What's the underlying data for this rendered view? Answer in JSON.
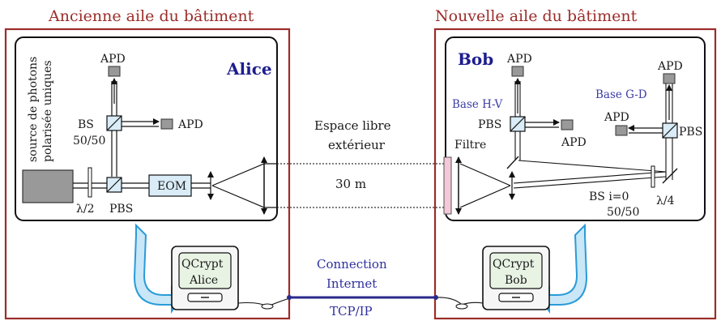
{
  "wings": {
    "old": "Ancienne aile du bâtiment",
    "new": "Nouvelle aile du bâtiment"
  },
  "alice": {
    "name": "Alice",
    "source": [
      "source de photons",
      "polarisée uniques"
    ],
    "apd": "APD",
    "bs": [
      "BS",
      "50/50"
    ],
    "half_wave": "λ/2",
    "pbs": "PBS",
    "eom": "EOM"
  },
  "bob": {
    "name": "Bob",
    "apd": "APD",
    "base_hv": "Base H-V",
    "base_gd": "Base G-D",
    "pbs": "PBS",
    "filter": "Filtre",
    "bs": [
      "BS i=0",
      "50/50"
    ],
    "quarter_wave": "λ/4"
  },
  "free_space": {
    "label": [
      "Espace libre",
      "extérieur"
    ],
    "distance": "30 m"
  },
  "computers": {
    "alice": [
      "QCrypt",
      "Alice"
    ],
    "bob": [
      "QCrypt",
      "Bob"
    ]
  },
  "network": {
    "label": [
      "Connection",
      "Internet"
    ],
    "protocol": "TCP/IP"
  },
  "colors": {
    "wing_border": "#9b2d2a",
    "name_text": "#1d1d8f",
    "network_line": "#2a2a8c",
    "cable_fill": "#c9e7f7",
    "cable_stroke": "#2a9bd8",
    "filter_fill": "#f4c8d8",
    "component_fill": "#d9ecf7"
  }
}
